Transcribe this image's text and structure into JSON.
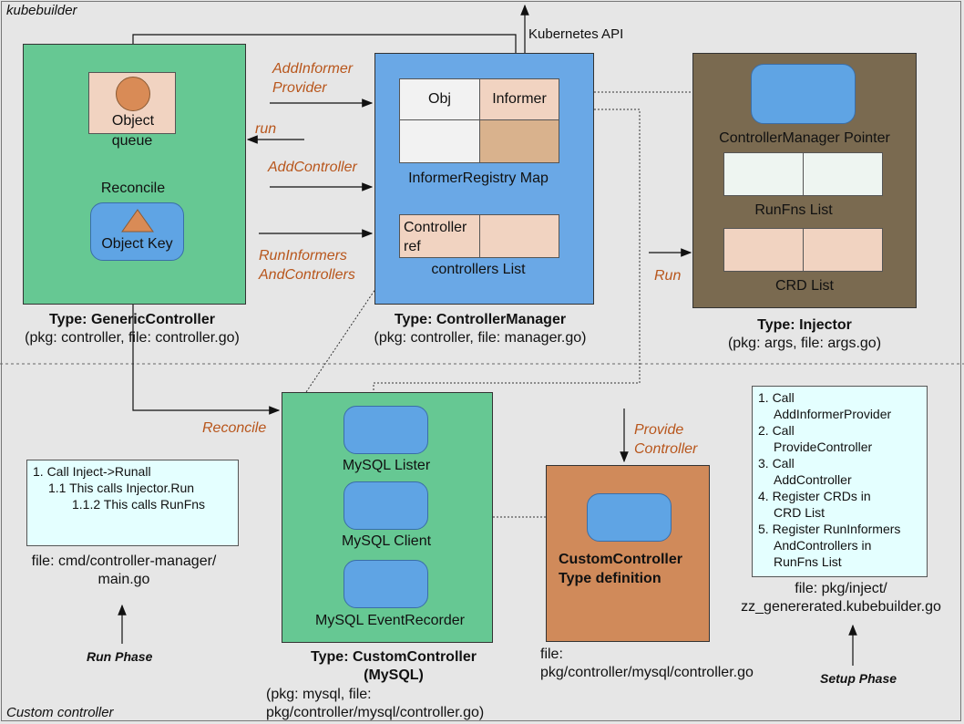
{
  "sections": {
    "top": "kubebuilder",
    "bottom": "Custom controller"
  },
  "generic_controller": {
    "object_label": "Object",
    "queue_label": "queue",
    "reconcile_label": "Reconcile",
    "object_key_label": "Object Key",
    "type_title": "Type: GenericController",
    "type_pkg": "(pkg: controller, file: controller.go)"
  },
  "controller_manager": {
    "obj_label": "Obj",
    "informer_label": "Informer",
    "registry_label": "InformerRegistry Map",
    "controller_ref_line1": "Controller",
    "controller_ref_line2": "ref",
    "controllers_list_label": "controllers List",
    "type_title": "Type: ControllerManager",
    "type_pkg": "(pkg: controller, file: manager.go)"
  },
  "injector": {
    "cm_pointer_label": "ControllerManager Pointer",
    "runfns_label": "RunFns List",
    "crd_label": "CRD List",
    "type_title": "Type: Injector",
    "type_pkg": "(pkg: args, file: args.go)"
  },
  "custom_controller": {
    "lister_label": "MySQL Lister",
    "client_label": "MySQL Client",
    "recorder_label": "MySQL EventRecorder",
    "type_title_line1": "Type: CustomController",
    "type_title_line2": "(MySQL)",
    "type_pkg_line1": "(pkg: mysql, file:",
    "type_pkg_line2": "pkg/controller/mysql/controller.go)"
  },
  "type_definition": {
    "title_line1": "CustomController",
    "title_line2": "Type definition",
    "file_line1": "file:",
    "file_line2": "pkg/controller/mysql/controller.go"
  },
  "arrow_labels": {
    "kubernetes_api": "Kubernetes API",
    "add_informer_provider_1": "AddInformer",
    "add_informer_provider_2": "Provider",
    "run": "run",
    "add_controller": "AddController",
    "run_informers_1": "RunInformers",
    "run_informers_2": "AndControllers",
    "run_cap": "Run",
    "reconcile": "Reconcile",
    "provide_controller_1": "Provide",
    "provide_controller_2": "Controller"
  },
  "run_note": {
    "line1": "1. Call Inject->Runall",
    "line2": "1.1 This calls Injector.Run",
    "line3": "1.1.2 This calls RunFns",
    "file_line1": "file: cmd/controller-manager/",
    "file_line2": "main.go",
    "phase": "Run Phase"
  },
  "setup_note": {
    "items": [
      "1. Call",
      "AddInformerProvider",
      "2. Call",
      "ProvideController",
      "3. Call",
      "AddController",
      "4. Register CRDs in",
      "CRD List",
      "5. Register RunInformers",
      "AndControllers in",
      "RunFns List"
    ],
    "file_line1": "file: pkg/inject/",
    "file_line2": "zz_genererated.kubebuilder.go",
    "phase": "Setup Phase"
  },
  "colors": {
    "green": "#66c893",
    "manager_blue": "#6aa8e6",
    "injector_brown": "#7a6a50",
    "orange": "#d08a5a",
    "note_cyan": "#e4ffff",
    "label_orange": "#b8561c"
  }
}
